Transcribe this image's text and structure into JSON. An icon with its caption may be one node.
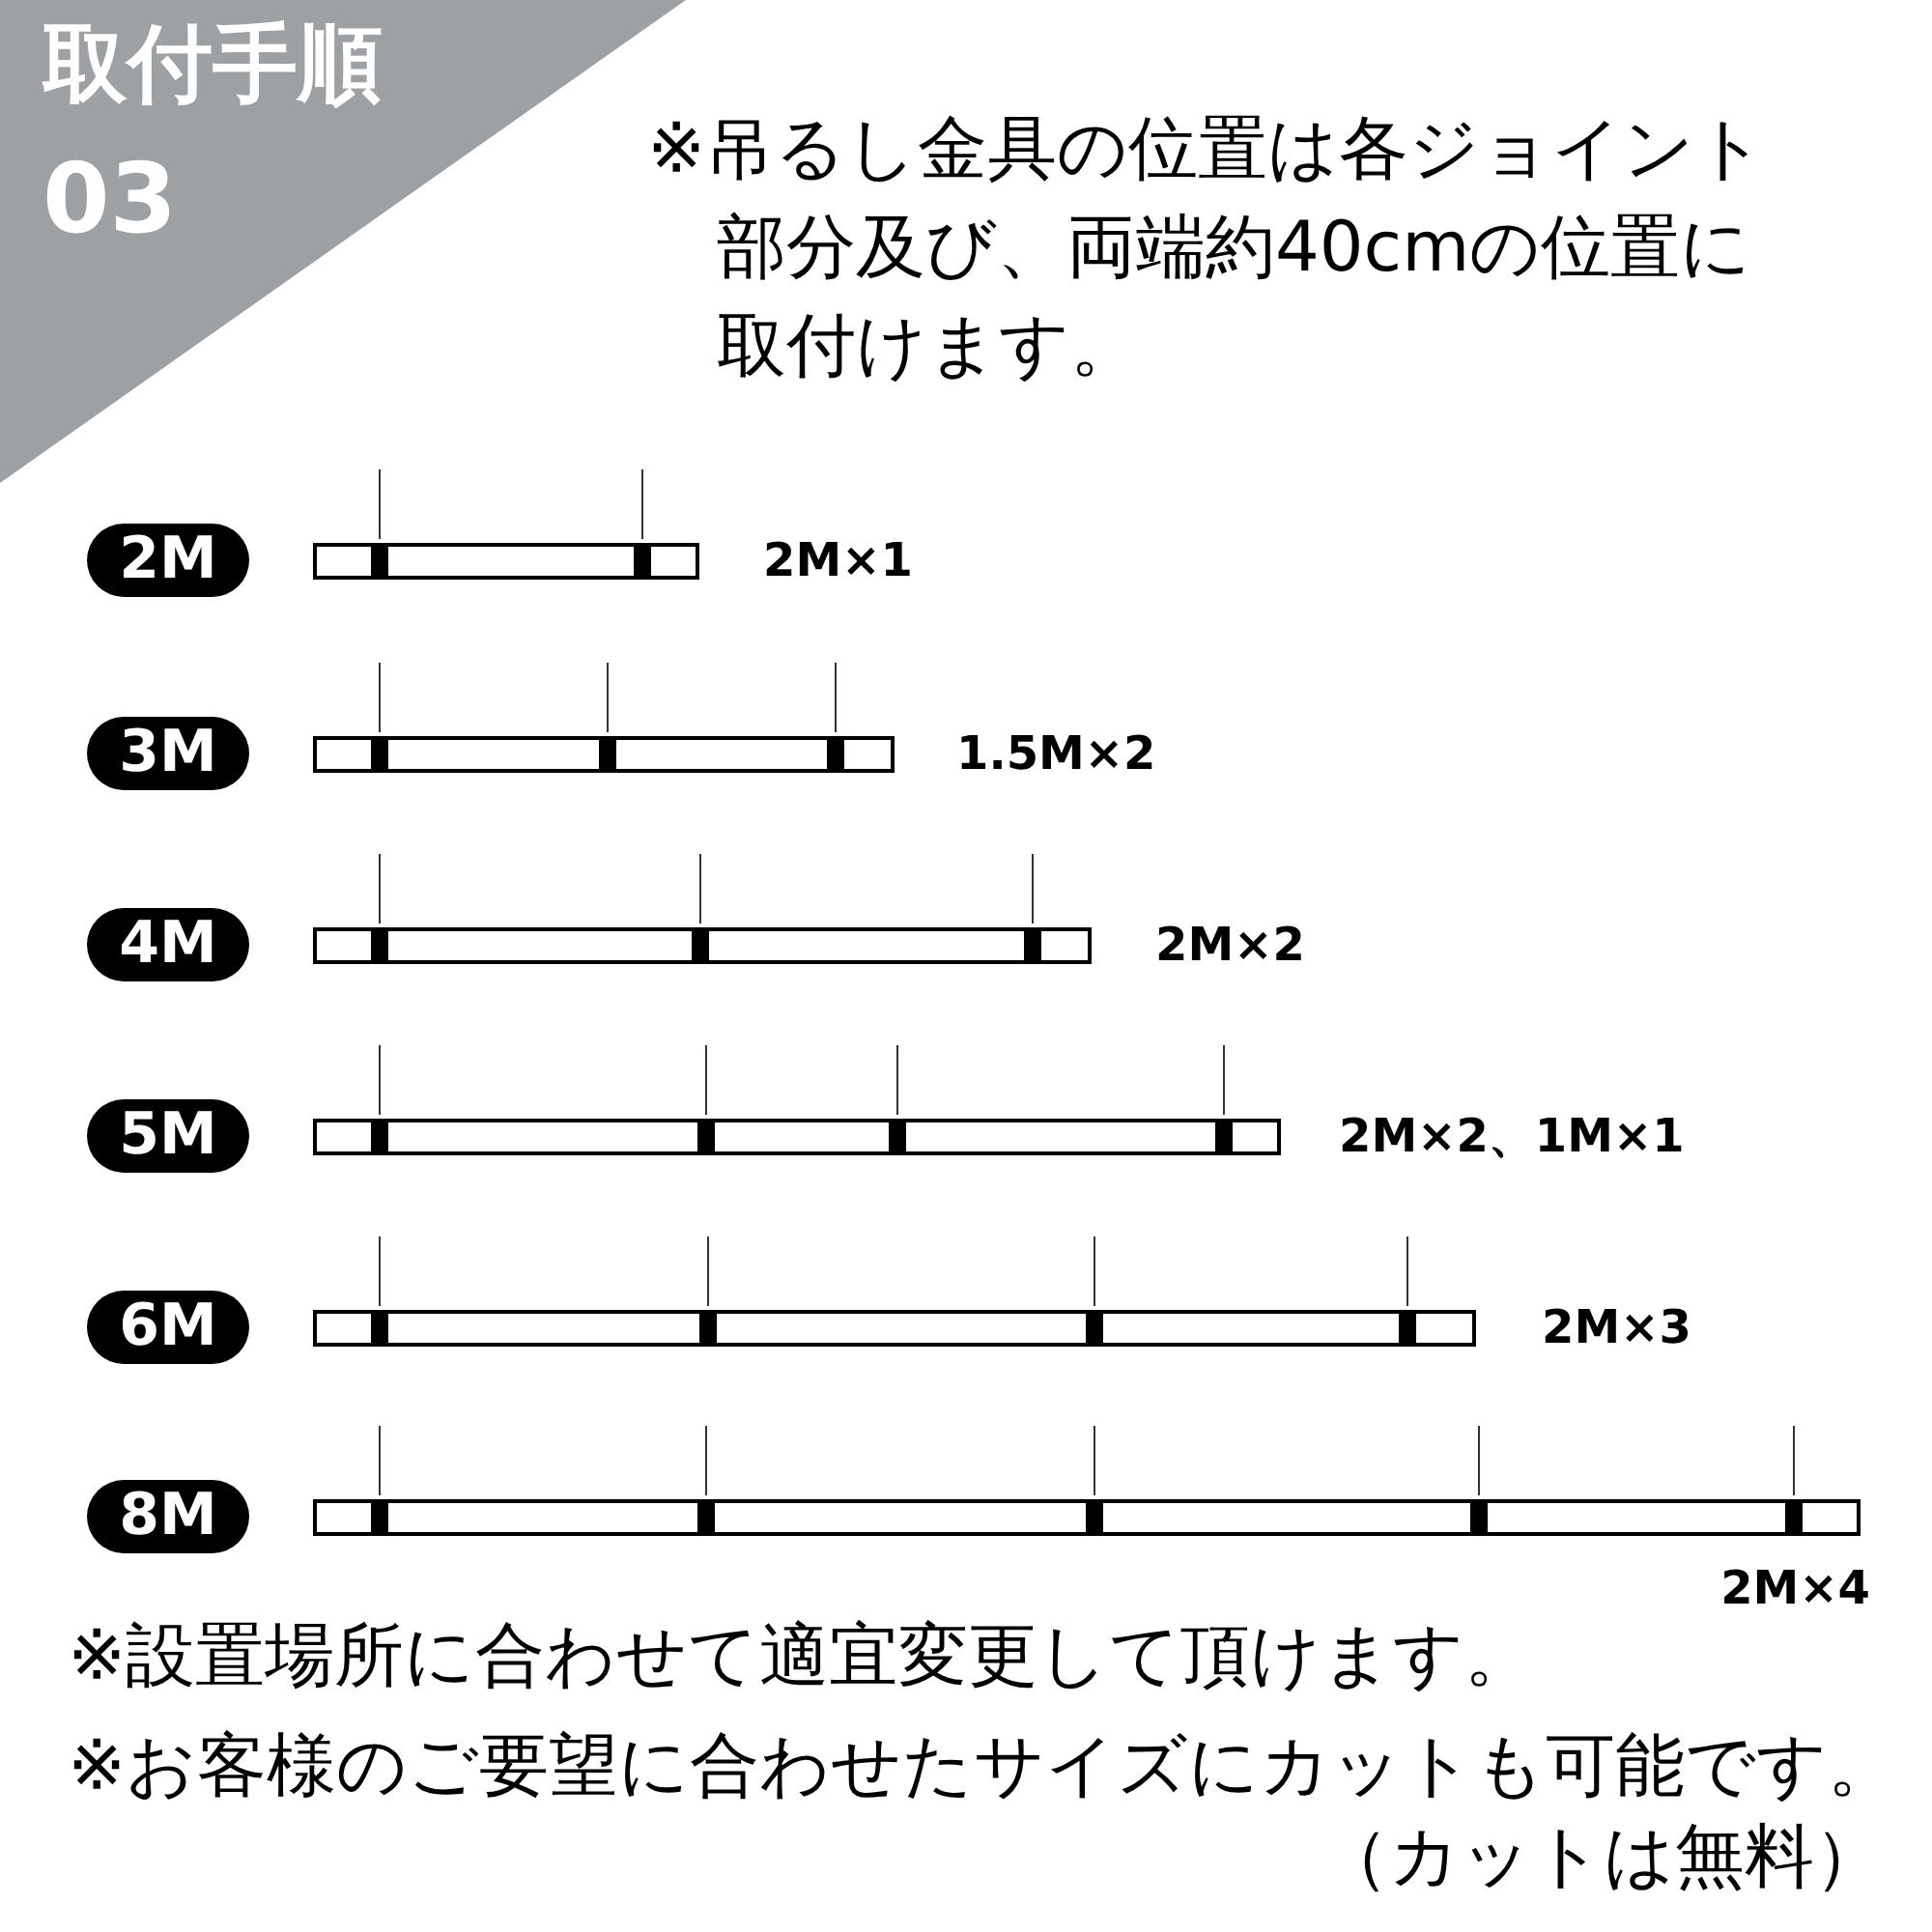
{
  "diagram": {
    "nodes": [
      {
        "text": [
          "取付手順",
          "03"
        ]
      },
      {
        "text": [
          "2M"
        ]
      },
      {
        "text": [],
        "shape": "bar",
        "beside": [
          "2M×1"
        ]
      },
      {
        "text": [
          "3M"
        ]
      },
      {
        "text": [],
        "shape": "bar",
        "beside": [
          "1.5M×2"
        ]
      },
      {
        "text": [
          "4M"
        ]
      },
      {
        "text": [],
        "shape": "bar",
        "beside": [
          "2M×2"
        ]
      },
      {
        "text": [
          "5M"
        ]
      },
      {
        "text": [],
        "shape": "bar",
        "beside": [
          "2M×2、1M×1"
        ]
      },
      {
        "text": [
          "6M"
        ]
      },
      {
        "text": [],
        "shape": "bar",
        "beside": [
          "2M×3"
        ]
      },
      {
        "text": [
          "8M"
        ]
      },
      {
        "text": [],
        "shape": "bar",
        "beside": [
          "2M×4"
        ]
      }
    ],
    "labels": [
      "※吊るし金具の位置は各ジョイント部分及び、両端約40cmの位置に取付けます。",
      "※設置場所に合わせて適宜変更して頂けます。",
      "※お客様のご要望に合わせたサイズにカットも可能です。",
      "（カットは無料）"
    ]
  }
}
